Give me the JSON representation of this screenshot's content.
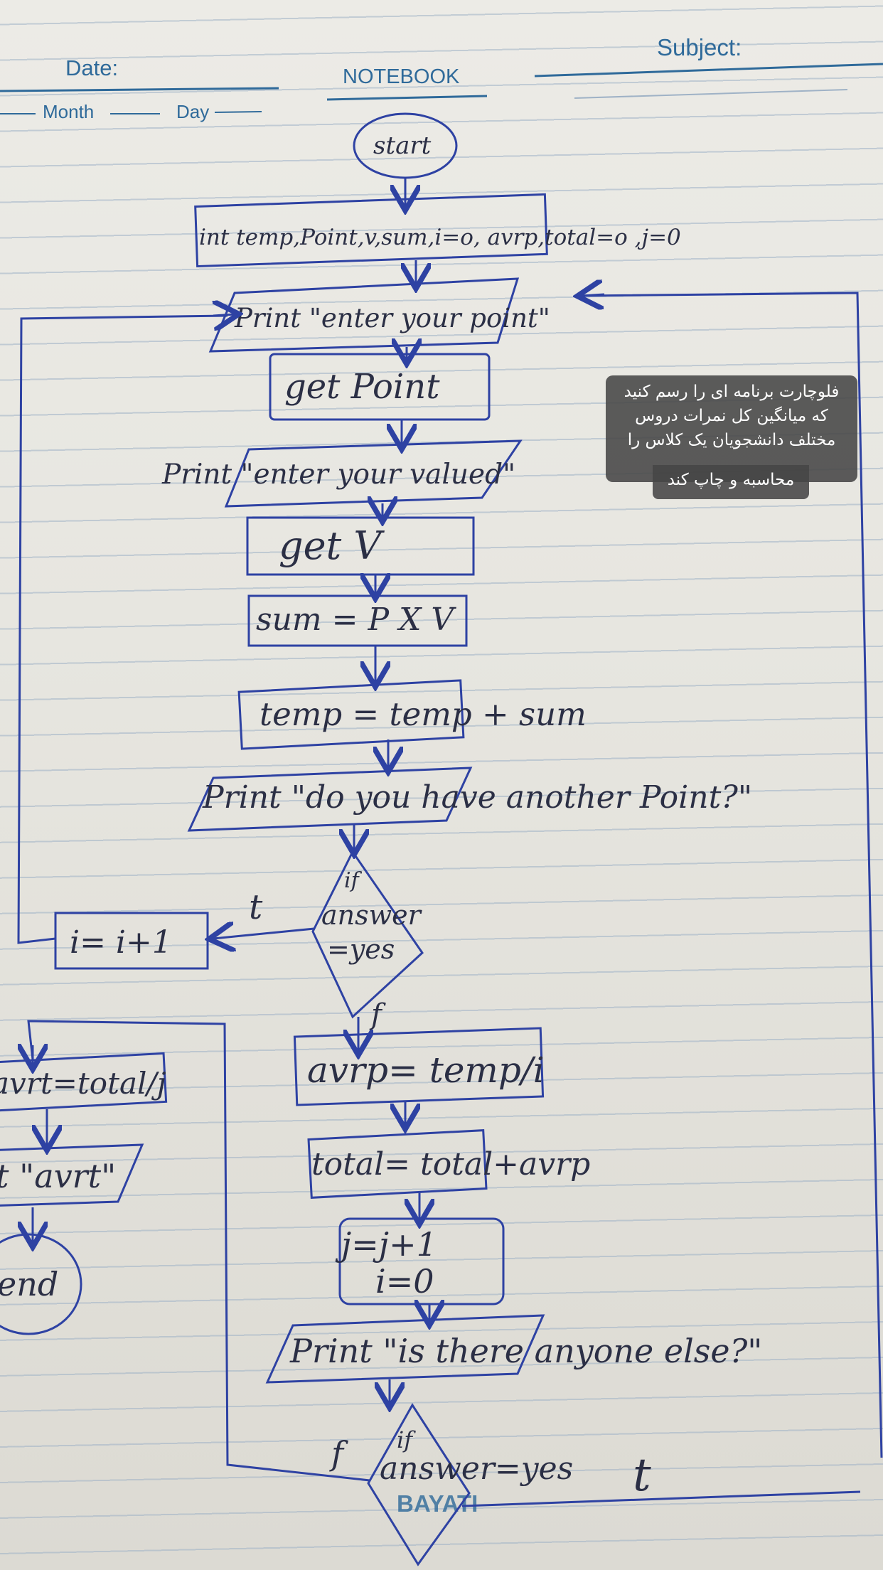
{
  "header": {
    "date_label": "Date:",
    "month_label": "Month",
    "day_label": "Day",
    "notebook_label": "NOTEBOOK",
    "subject_label": "Subject:",
    "brand": "BAYATI"
  },
  "flowchart": {
    "start": "start",
    "init": "int temp,Point,v,sum,i=o, avrp,total=o ,j=0",
    "print_point": "Print \"enter your point\"",
    "get_point": "get Point",
    "print_valued": "Print \"enter your valued\"",
    "get_v": "get V",
    "sum": "sum = P X V",
    "temp": "temp = temp + sum",
    "print_another": "Print \"do you have another Point?\"",
    "decision1": [
      "if",
      "answer",
      "=yes"
    ],
    "decision1_true": "t",
    "decision1_false": "f",
    "increment_i": "i= i+1",
    "avrp": "avrp= temp/i",
    "total": "total= total+avrp",
    "j_inc": "j=j+1",
    "i_reset": "i=0",
    "print_anyone": "Print \"is there anyone else?\"",
    "decision2": [
      "if",
      "answer=yes"
    ],
    "decision2_false": "f",
    "decision2_true": "t",
    "avrt": "avrt=total/j",
    "print_avrt": "t \"avrt\"",
    "end": "end"
  },
  "overlay_note": [
    "فلوچارت برنامه ای را رسم کنید",
    "که میانگین کل نمرات دروس",
    "مختلف دانشجویان یک کلاس را",
    "محاسبه و چاپ کند"
  ]
}
